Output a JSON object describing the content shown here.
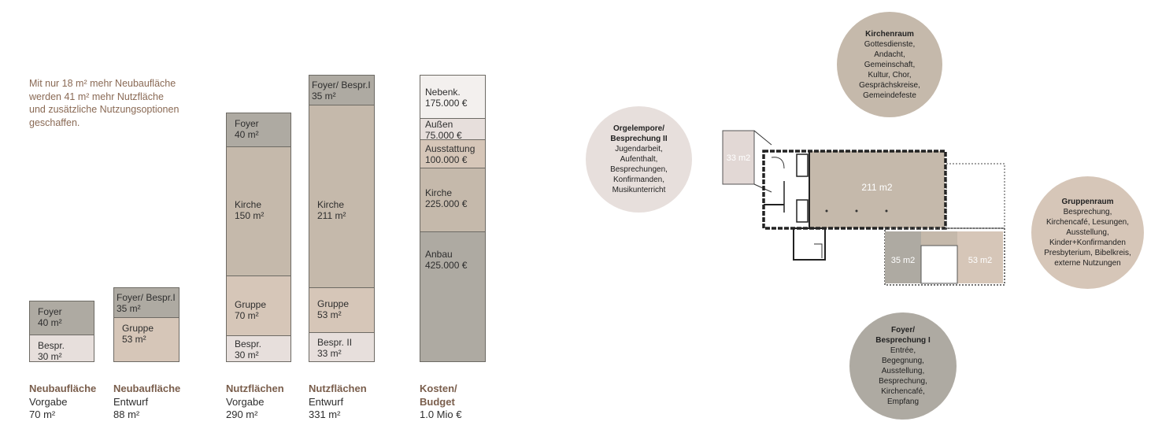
{
  "intro": {
    "lines": [
      "Mit nur 18 m² mehr Neubaufläche",
      "werden 41 m² mehr Nutzfläche",
      "und zusätzliche Nutzungsoptionen",
      "geschaffen."
    ]
  },
  "columns": [
    {
      "title": "Neubaufläche",
      "sub": "Vorgabe",
      "total": "70 m²",
      "segments": [
        {
          "lines": [
            "Foyer",
            "40 m²"
          ],
          "color": "#aeaaa2"
        },
        {
          "lines": [
            "Bespr.",
            "30 m²"
          ],
          "color": "#e7dfdc"
        }
      ]
    },
    {
      "title": "Neubaufläche",
      "sub": "Entwurf",
      "total": "88 m²",
      "segments": [
        {
          "lines": [
            "Foyer/ Bespr.I",
            "35 m²"
          ],
          "color": "#aeaaa2"
        },
        {
          "lines": [
            "Gruppe",
            "53 m²"
          ],
          "color": "#d6c6b8"
        }
      ]
    },
    {
      "title": "Nutzflächen",
      "sub": "Vorgabe",
      "total": "290 m²",
      "segments": [
        {
          "lines": [
            "Foyer",
            "40 m²"
          ],
          "color": "#aeaaa2"
        },
        {
          "lines": [
            "Kirche",
            "150 m²"
          ],
          "color": "#c5b9ab"
        },
        {
          "lines": [
            "Gruppe",
            "70 m²"
          ],
          "color": "#d6c6b8"
        },
        {
          "lines": [
            "Bespr.",
            "30 m²"
          ],
          "color": "#e7dfdc"
        }
      ]
    },
    {
      "title": "Nutzflächen",
      "sub": "Entwurf",
      "total": "331 m²",
      "segments": [
        {
          "lines": [
            "Foyer/ Bespr.I",
            "35 m²"
          ],
          "color": "#aeaaa2"
        },
        {
          "lines": [
            "Kirche",
            "211 m²"
          ],
          "color": "#c5b9ab"
        },
        {
          "lines": [
            "Gruppe",
            "53 m²"
          ],
          "color": "#d6c6b8"
        },
        {
          "lines": [
            "Bespr. II",
            "33 m²"
          ],
          "color": "#e7dfdc"
        }
      ]
    },
    {
      "title": "Kosten/",
      "title2": "Budget",
      "total": "1.0 Mio €",
      "segments": [
        {
          "lines": [
            "Nebenk.",
            "175.000 €"
          ],
          "color": "#f3f0ee"
        },
        {
          "lines": [
            "Außen",
            "75.000 €"
          ],
          "color": "#e7dfdc"
        },
        {
          "lines": [
            "Ausstattung",
            "100.000 €"
          ],
          "color": "#d6c6b8"
        },
        {
          "lines": [
            "Kirche",
            "225.000 €"
          ],
          "color": "#c5b9ab"
        },
        {
          "lines": [
            "Anbau",
            "425.000 €"
          ],
          "color": "#aeaaa2"
        }
      ]
    }
  ],
  "plan": {
    "church_area": "211 m2",
    "gallery_area": "33 m2",
    "foyer_area": "35 m2",
    "group_area": "53 m2"
  },
  "circles": [
    {
      "title": "Kirchenraum",
      "lines": [
        "Gottesdienste,",
        "Andacht,",
        "Gemeinschaft,",
        "Kultur, Chor,",
        "Gesprächskreise,",
        "Gemeindefeste"
      ],
      "color": "#c5b9ab"
    },
    {
      "title": "Orgelempore/",
      "title2": "Besprechung II",
      "lines": [
        "Jugendarbeit,",
        "Aufenthalt,",
        "Besprechungen,",
        "Konfirmanden,",
        "Musikunterricht"
      ],
      "color": "#e7dfdc"
    },
    {
      "title": "Gruppenraum",
      "lines": [
        "Besprechung,",
        "Kirchencafé, Lesungen,",
        "Ausstellung,",
        "Kinder+Konfirmanden",
        "Presbyterium, Bibelkreis,",
        "externe Nutzungen"
      ],
      "color": "#d6c6b8"
    },
    {
      "title": "Foyer/",
      "title2": "Besprechung I",
      "lines": [
        "Entrée,",
        "Begegnung,",
        "Ausstellung,",
        "Besprechung,",
        "Kirchencafé,",
        "Empfang"
      ],
      "color": "#aeaaa2"
    }
  ]
}
